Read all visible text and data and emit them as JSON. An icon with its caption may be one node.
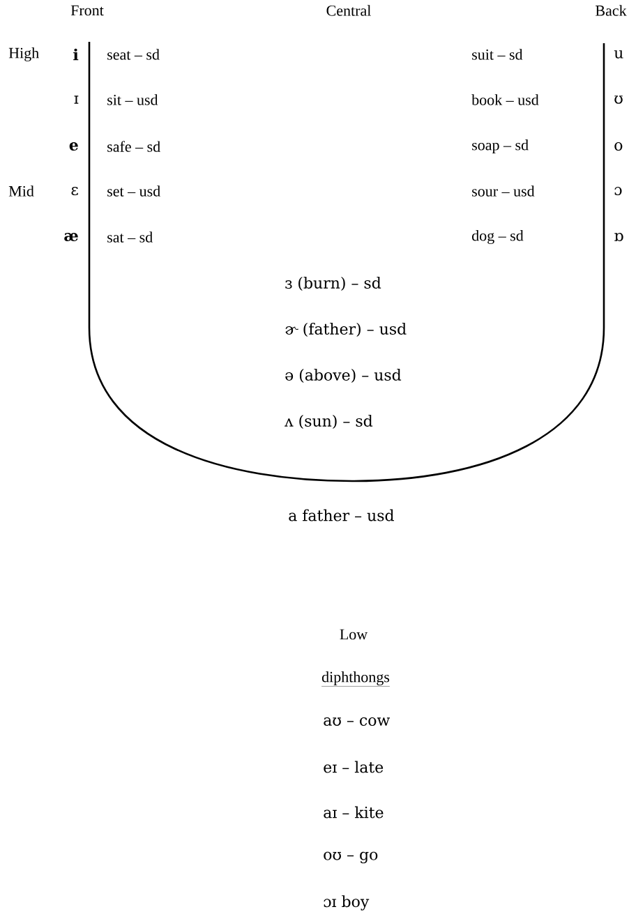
{
  "diagram": {
    "labels": [
      "Front",
      "Central",
      "Back",
      "High",
      "i",
      "seat – sd",
      "suit – sd",
      "u",
      "ɪ",
      "sit – usd",
      "book – usd",
      "ʊ",
      "e",
      "safe – sd",
      "soap – sd",
      "o",
      "Mid",
      "ɛ",
      "set – usd",
      "sour – usd",
      "ɔ",
      "æ",
      "sat – sd",
      "dog – sd",
      "ɒ",
      "ɜ (burn) – sd",
      "ɚ (father) – usd",
      "ə (above) – usd",
      "ʌ (sun) – sd",
      "a father – usd",
      "Low",
      "diphthongs",
      "aʊ – cow",
      "eɪ – late",
      "aɪ – kite",
      "oʊ – go",
      "ɔɪ  boy"
    ]
  }
}
